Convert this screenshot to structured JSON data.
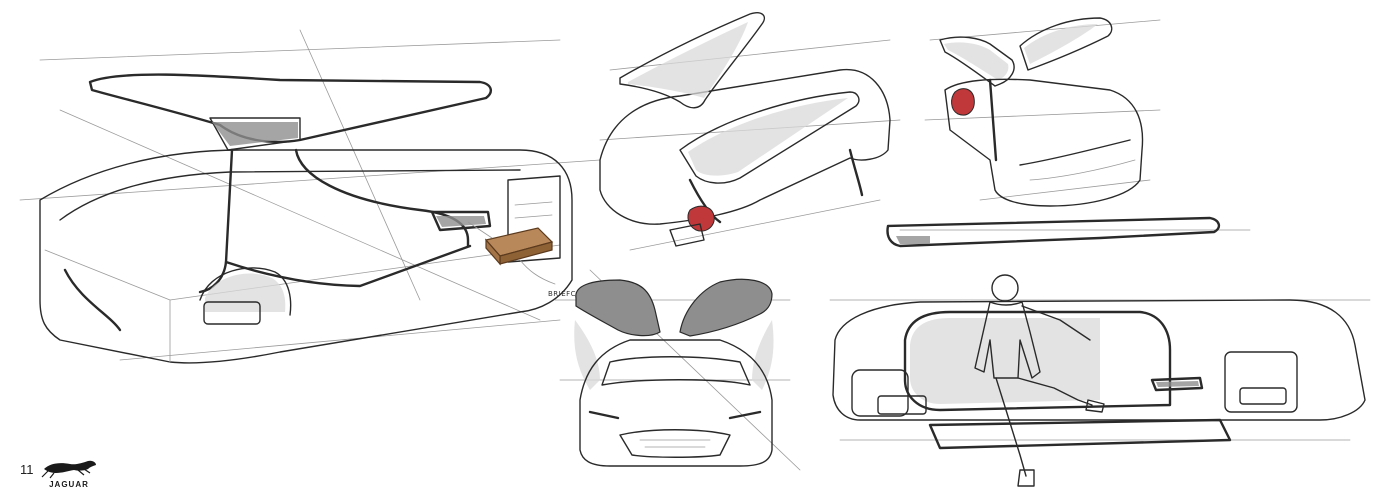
{
  "page": {
    "number": "11"
  },
  "brand": {
    "wordmark": "JAGUAR"
  },
  "annotations": {
    "briefcase": "BRIEFCASE"
  },
  "colors": {
    "line": "#2a2a2a",
    "construction": "#9a9a9a",
    "briefcase_fill": "#b8875a",
    "accent_red": "#c0383a",
    "shade": "#d9d9d9"
  },
  "sketches": [
    {
      "id": "rear-three-quarter-large"
    },
    {
      "id": "top-rear-doors-open"
    },
    {
      "id": "front-three-quarter-small"
    },
    {
      "id": "front-view-doors-open"
    },
    {
      "id": "side-view-person-exiting"
    }
  ]
}
